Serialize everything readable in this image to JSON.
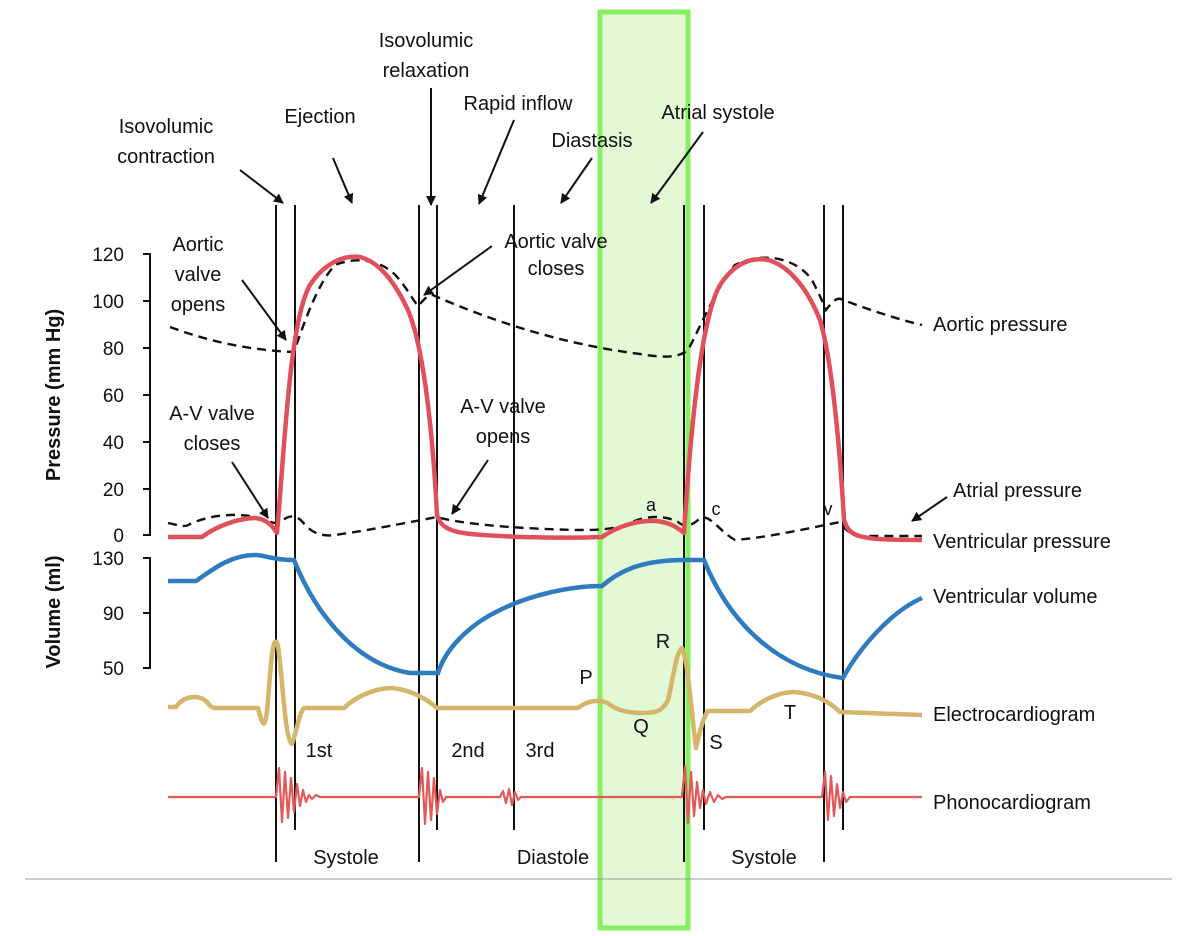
{
  "colors": {
    "ventricular_pressure": "#e0505a",
    "volume": "#2f7bbf",
    "ecg": "#d4b56a",
    "phono": "#e05a5a",
    "highlight_stroke": "#88f060",
    "highlight_fill": "#e3f9d6",
    "ink": "#111111"
  },
  "phase_labels": {
    "isovolumic_contraction": [
      "Isovolumic",
      "contraction"
    ],
    "ejection": "Ejection",
    "isovolumic_relaxation": [
      "Isovolumic",
      "relaxation"
    ],
    "rapid_inflow": "Rapid inflow",
    "diastasis": "Diastasis",
    "atrial_systole": "Atrial systole"
  },
  "annotations": {
    "aortic_valve_opens": [
      "Aortic",
      "valve",
      "opens"
    ],
    "aortic_valve_closes": [
      "Aortic valve",
      "closes"
    ],
    "av_valve_closes": [
      "A-V valve",
      "closes"
    ],
    "av_valve_opens": [
      "A-V valve",
      "opens"
    ]
  },
  "axes": {
    "pressure_title": "Pressure (mm Hg)",
    "pressure_ticks": [
      "120",
      "100",
      "80",
      "60",
      "40",
      "20",
      "0"
    ],
    "volume_title": "Volume (ml)",
    "volume_ticks": [
      "130",
      "90",
      "50"
    ]
  },
  "trace_labels": {
    "aortic_pressure": "Aortic pressure",
    "atrial_pressure": "Atrial pressure",
    "ventricular_pressure": "Ventricular pressure",
    "ventricular_volume": "Ventricular volume",
    "electrocardiogram": "Electrocardiogram",
    "phonocardiogram": "Phonocardiogram"
  },
  "wave_letters": {
    "a": "a",
    "c": "c",
    "v": "v",
    "P": "P",
    "Q": "Q",
    "R": "R",
    "S": "S",
    "T": "T"
  },
  "heart_sounds": {
    "first": "1st",
    "second": "2nd",
    "third": "3rd"
  },
  "period_labels": {
    "systole_1": "Systole",
    "diastole": "Diastole",
    "systole_2": "Systole"
  }
}
